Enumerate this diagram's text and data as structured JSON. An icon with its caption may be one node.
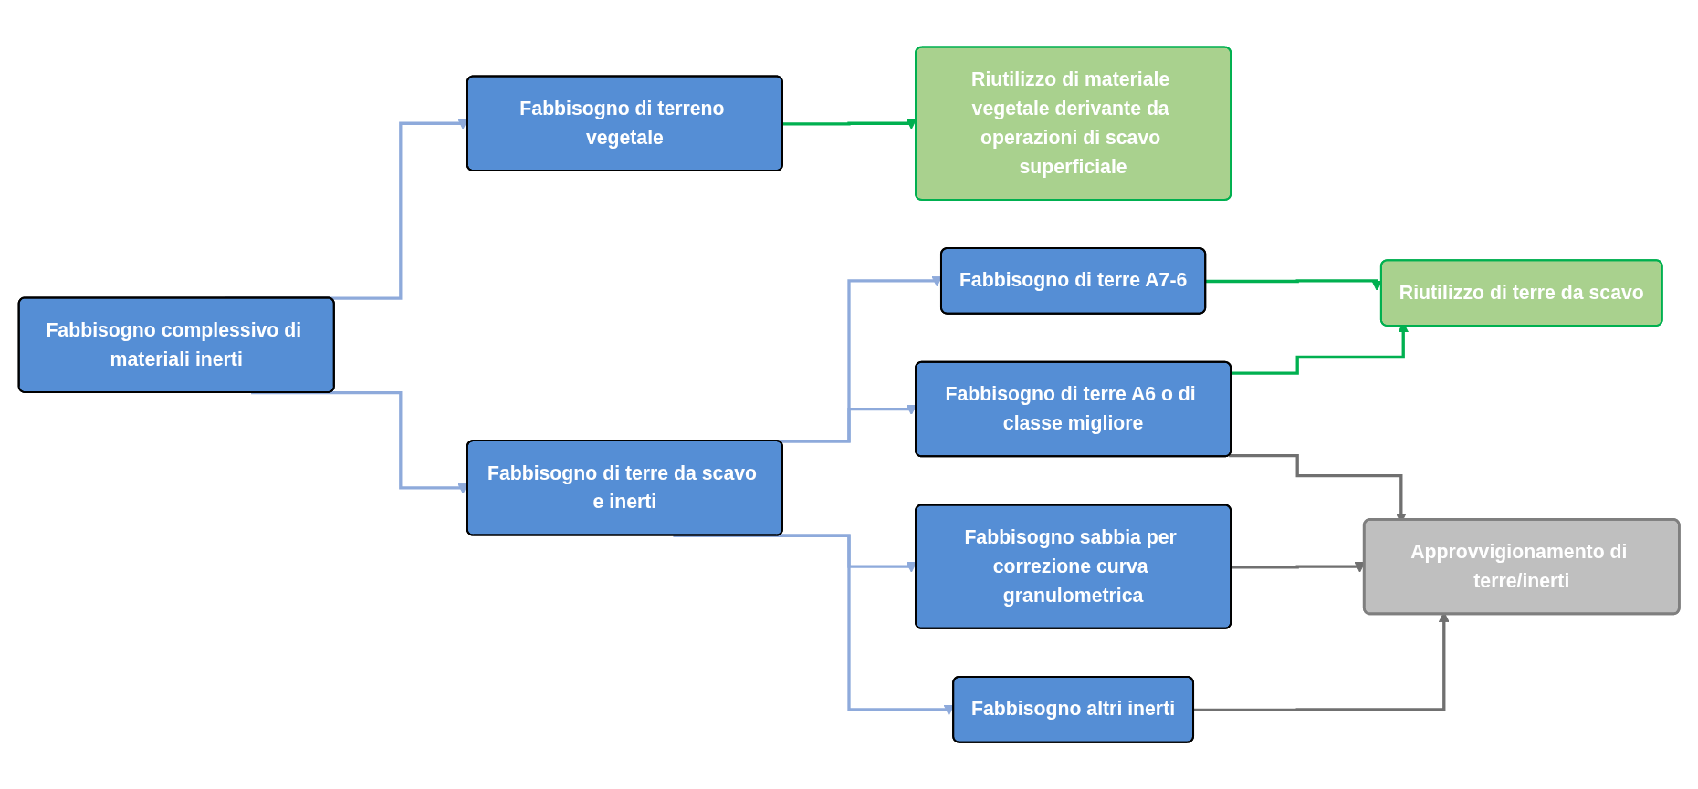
{
  "diagram": {
    "nodes": [
      {
        "text": [
          "Fabbisogno complessivo di materiali inerti"
        ]
      },
      {
        "text": [
          "Fabbisogno di terreno vegetale"
        ]
      },
      {
        "text": [
          "Riutilizzo di materiale vegetale derivante da operazioni di scavo superficiale"
        ]
      },
      {
        "text": [
          "Fabbisogno di terre da scavo e inerti"
        ]
      },
      {
        "text": [
          "Fabbisogno di terre A7-6"
        ]
      },
      {
        "text": [
          "Fabbisogno di terre A6 o di classe migliore"
        ]
      },
      {
        "text": [
          "Fabbisogno sabbia per correzione curva granulometrica"
        ]
      },
      {
        "text": [
          "Fabbisogno altri inerti"
        ]
      },
      {
        "text": [
          "Riutilizzo di terre da scavo"
        ]
      },
      {
        "text": [
          "Approvvigionamento di terre/inerti"
        ]
      }
    ],
    "edges": [
      {
        "from": 0,
        "to": 1,
        "arrow": "to"
      },
      {
        "from": 0,
        "to": 3,
        "arrow": "to"
      },
      {
        "from": 1,
        "to": 2,
        "arrow": "to",
        "color": "#00b050"
      },
      {
        "from": 3,
        "to": 4,
        "arrow": "to"
      },
      {
        "from": 3,
        "to": 5,
        "arrow": "to"
      },
      {
        "from": 3,
        "to": 6,
        "arrow": "to"
      },
      {
        "from": 3,
        "to": 7,
        "arrow": "to"
      },
      {
        "from": 4,
        "to": 8,
        "arrow": "to",
        "color": "#00b050"
      },
      {
        "from": 5,
        "to": 8,
        "arrow": "to",
        "color": "#00b050"
      },
      {
        "from": 5,
        "to": 9,
        "arrow": "to",
        "color": "#707070"
      },
      {
        "from": 6,
        "to": 9,
        "arrow": "to",
        "color": "#707070"
      },
      {
        "from": 7,
        "to": 9,
        "arrow": "to",
        "color": "#707070"
      }
    ]
  }
}
